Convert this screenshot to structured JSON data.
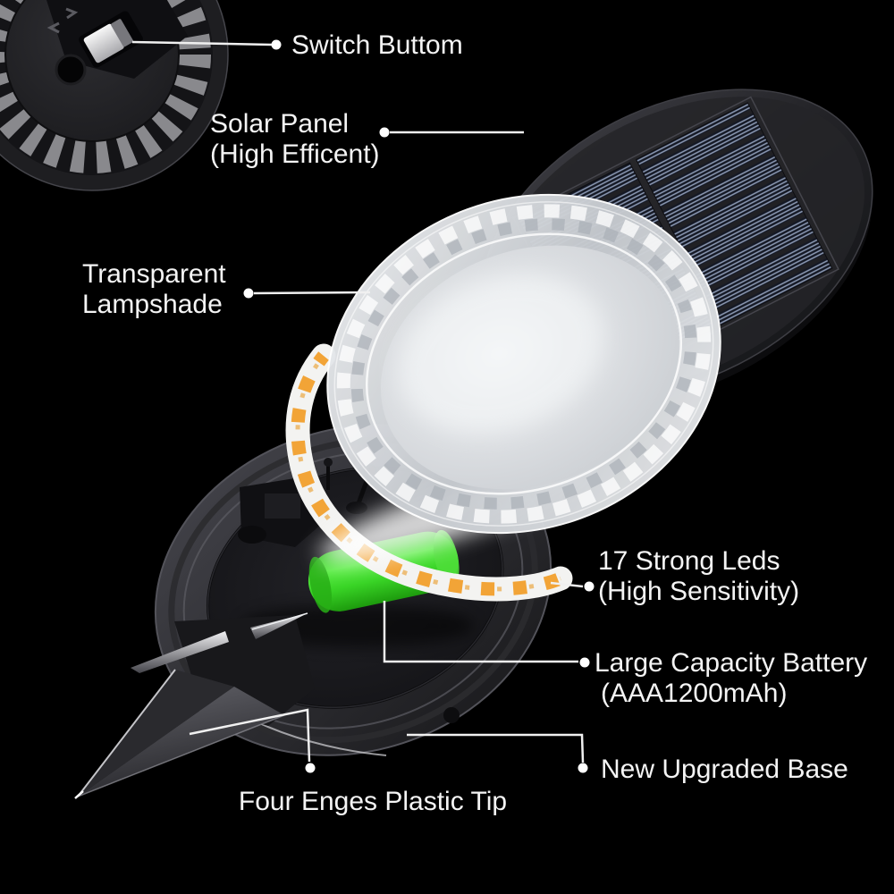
{
  "diagram": {
    "type": "product-exploded-view",
    "product": "solar ground light",
    "background_color": "#000000",
    "text_color": "#f4f4f4"
  },
  "callouts": {
    "switch_button": {
      "label": "Switch Buttom"
    },
    "solar_panel": {
      "label_line1": "Solar Panel",
      "label_line2": "(High Efficent)"
    },
    "lampshade": {
      "label_line1": "Transparent",
      "label_line2": "Lampshade"
    },
    "leds": {
      "label_line1": "17 Strong Leds",
      "label_line2": "(High Sensitivity)"
    },
    "battery": {
      "label_line1": "Large Capacity Battery",
      "label_line2": "(AAA1200mAh)"
    },
    "base": {
      "label": "New Upgraded Base"
    },
    "spike": {
      "label": "Four Enges Plastic Tip"
    }
  },
  "part_colors": {
    "battery_green": "#39d426",
    "led_strip_white": "#f3f3f1",
    "led_orange": "#f2a437",
    "solar_cell_lines": "#8f9db8",
    "plastic_dark": "#232327",
    "lampshade_silver": "#dfe2e5",
    "callout_line": "#f0f0f0"
  }
}
